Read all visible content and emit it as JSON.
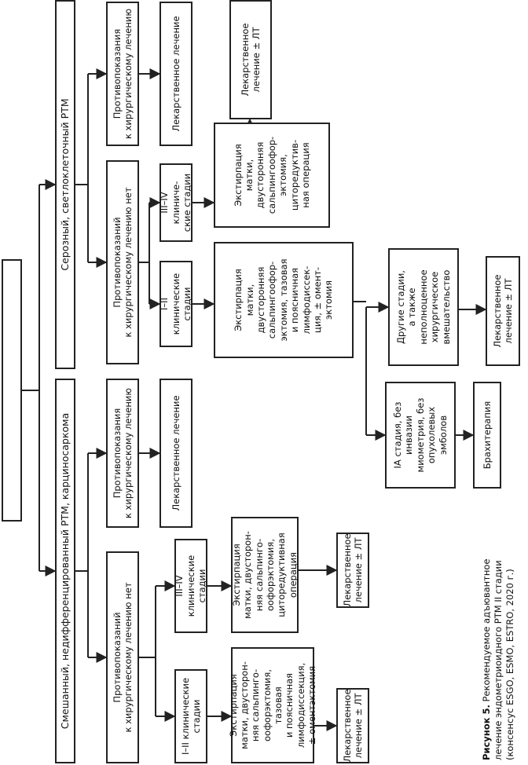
{
  "diagram": {
    "root": "",
    "branch_left": "Смешанный, недифференцированный РТМ, карциносаркома",
    "branch_right": "Серозный, светлоклеточный РТМ",
    "left": {
      "no_contra": "Противопоказаний\nк хирургическому лечению нет",
      "contra": "Противопоказания\nк хирургическому лечению",
      "contra_drug": "Лекарственное лечение",
      "stage12": "I–II клинические\nстадии",
      "stage34": "III–IV клинические\nстадии",
      "surgery12": "Экстирпация\nматки, двусторон-\nняя сальпинго-\nоофорэктомия,\nтазовая\nи поясничная\nлимфодиссекция,\n± оментэктомия",
      "surgery34": "Экстирпация\nматки, двусторон-\nняя сальпинго-\nоофорэктомия,\nциторедуктивная\nоперация",
      "drug12": "Лекарственное\nлечение ± ЛТ",
      "drug34": "Лекарственное\nлечение ± ЛТ"
    },
    "right": {
      "no_contra": "Противопоказаний\nк хирургическому лечению нет",
      "contra": "Противопоказания\nк хирургическому лечению",
      "contra_drug": "Лекарственное лечение",
      "stage12": "I–II клинические\nстадии",
      "stage34": "III–IV клиниче-\nские стадии",
      "surgery12": "Экстирпация\nматки,\nдвусторонняя\nсальпингоофор-\nэктомия, тазовая\nи поясничная\nлимфодиссек-\nция, ± омент-\nэктомия",
      "surgery34": "Экстирпация\nматки,\nдвусторонняя\nсальпингоофор-\nэктомия,\nциторедуктив-\nная операция",
      "drug34": "Лекарственное\nлечение ± ЛТ",
      "ia_stage": "IA стадия, без\nинвазии\nмиометрия, без\nопухолевых\nэмболов",
      "brachy": "Брахитерапия",
      "other_stages": "Другие стадии,\nа также\nнеполноценное\nхирургическое\nвмешательство",
      "drug_other": "Лекарственное\nлечение ± ЛТ"
    }
  },
  "caption": {
    "label": "Рисунок 5.",
    "text": " Рекомендуемое адъювантное лечение эндометриоидного РТМ II стадии (консенсус ESGO, ESMO, ESTRO, 2020 г.)"
  },
  "colors": {
    "line": "#222222",
    "background": "#ffffff"
  }
}
